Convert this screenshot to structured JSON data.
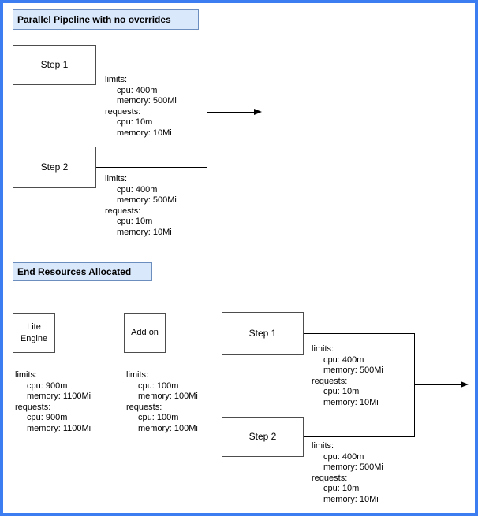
{
  "colors": {
    "outer_border": "#3c7df2",
    "title_fill": "#dae8fc",
    "title_stroke": "#6c8ebf",
    "node_stroke": "#4d4d4d",
    "connector": "#000000",
    "canvas_background": "#ffffff"
  },
  "pipeline_section": {
    "title": "Parallel Pipeline with no overrides",
    "steps": [
      {
        "label": "Step 1",
        "resources": {
          "limits_label": "limits:",
          "limits_cpu": "cpu: 400m",
          "limits_memory": "memory: 500Mi",
          "requests_label": "requests:",
          "requests_cpu": "cpu: 10m",
          "requests_memory": "memory: 10Mi"
        }
      },
      {
        "label": "Step 2",
        "resources": {
          "limits_label": "limits:",
          "limits_cpu": "cpu: 400m",
          "limits_memory": "memory: 500Mi",
          "requests_label": "requests:",
          "requests_cpu": "cpu: 10m",
          "requests_memory": "memory: 10Mi"
        }
      }
    ]
  },
  "end_section": {
    "title": "End Resources Allocated",
    "lite_engine": {
      "label_line1": "Lite",
      "label_line2": "Engine",
      "resources": {
        "limits_label": "limits:",
        "limits_cpu": "cpu: 900m",
        "limits_memory": "memory: 1100Mi",
        "requests_label": "requests:",
        "requests_cpu": "cpu: 900m",
        "requests_memory": "memory: 1100Mi"
      }
    },
    "add_on": {
      "label": "Add on",
      "resources": {
        "limits_label": "limits:",
        "limits_cpu": "cpu: 100m",
        "limits_memory": "memory: 100Mi",
        "requests_label": "requests:",
        "requests_cpu": "cpu: 100m",
        "requests_memory": "memory: 100Mi"
      }
    },
    "steps": [
      {
        "label": "Step 1",
        "resources": {
          "limits_label": "limits:",
          "limits_cpu": "cpu: 400m",
          "limits_memory": "memory: 500Mi",
          "requests_label": "requests:",
          "requests_cpu": "cpu: 10m",
          "requests_memory": "memory: 10Mi"
        }
      },
      {
        "label": "Step 2",
        "resources": {
          "limits_label": "limits:",
          "limits_cpu": "cpu: 400m",
          "limits_memory": "memory: 500Mi",
          "requests_label": "requests:",
          "requests_cpu": "cpu: 10m",
          "requests_memory": "memory: 10Mi"
        }
      }
    ]
  }
}
